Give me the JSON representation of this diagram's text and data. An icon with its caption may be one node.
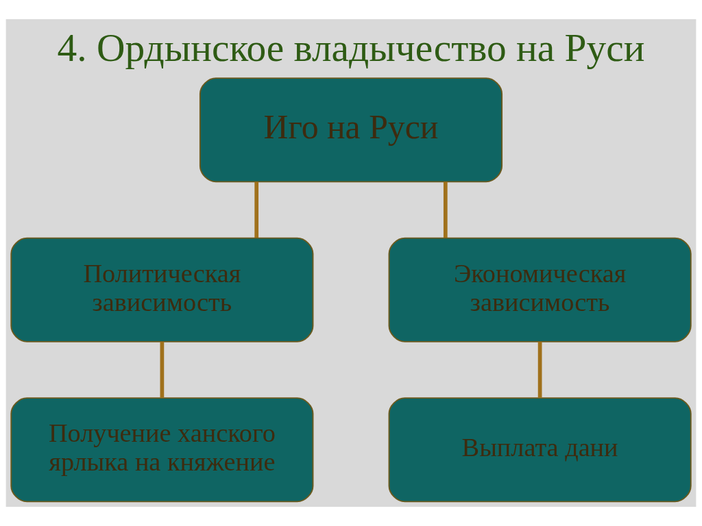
{
  "diagram": {
    "title": "4. Ордынское владычество на Руси",
    "nodes": [
      {
        "text": [
          "Иго на Руси"
        ]
      },
      {
        "text": [
          "Политическая зависимость"
        ]
      },
      {
        "text": [
          "Экономическая зависимость"
        ]
      },
      {
        "text": [
          "Получение ханского ярлыка на княжение"
        ]
      },
      {
        "text": [
          "Выплата дани"
        ]
      }
    ],
    "edges": [
      {
        "from": 0,
        "to": 1,
        "arrow": "none"
      },
      {
        "from": 0,
        "to": 2,
        "arrow": "none"
      },
      {
        "from": 1,
        "to": 3,
        "arrow": "none"
      },
      {
        "from": 2,
        "to": 4,
        "arrow": "none"
      }
    ]
  }
}
